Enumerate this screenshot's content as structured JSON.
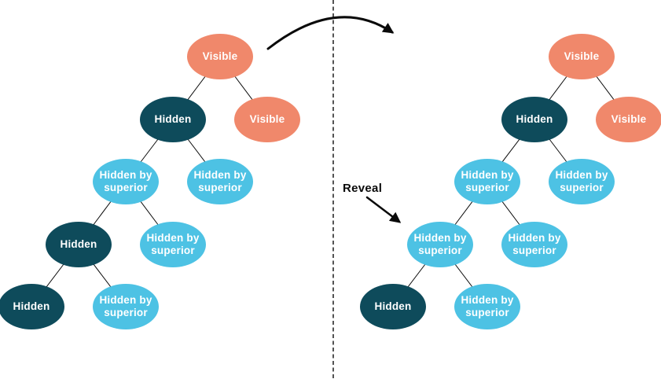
{
  "colors": {
    "visible": "#F0886B",
    "hidden": "#0E4B5B",
    "hidden_by_superior": "#4DC2E4",
    "node_text": "#FFFFFF",
    "line": "#0A0A0A"
  },
  "labels": {
    "reveal": "Reveal"
  },
  "trees": {
    "before": {
      "nodes": [
        {
          "label": "Visible",
          "type": "visible"
        },
        {
          "label": "Hidden",
          "type": "hidden"
        },
        {
          "label": "Visible",
          "type": "visible"
        },
        {
          "label": "Hidden by superior",
          "type": "hidden_by_superior"
        },
        {
          "label": "Hidden by superior",
          "type": "hidden_by_superior"
        },
        {
          "label": "Hidden",
          "type": "hidden"
        },
        {
          "label": "Hidden by superior",
          "type": "hidden_by_superior"
        },
        {
          "label": "Hidden",
          "type": "hidden"
        },
        {
          "label": "Hidden by superior",
          "type": "hidden_by_superior"
        }
      ],
      "edges": [
        [
          0,
          1
        ],
        [
          0,
          2
        ],
        [
          1,
          3
        ],
        [
          1,
          4
        ],
        [
          3,
          5
        ],
        [
          3,
          6
        ],
        [
          5,
          7
        ],
        [
          5,
          8
        ]
      ]
    },
    "after": {
      "nodes": [
        {
          "label": "Visible",
          "type": "visible"
        },
        {
          "label": "Hidden",
          "type": "hidden"
        },
        {
          "label": "Visible",
          "type": "visible"
        },
        {
          "label": "Hidden by superior",
          "type": "hidden_by_superior"
        },
        {
          "label": "Hidden by superior",
          "type": "hidden_by_superior"
        },
        {
          "label": "Hidden by superior",
          "type": "hidden_by_superior"
        },
        {
          "label": "Hidden by superior",
          "type": "hidden_by_superior"
        },
        {
          "label": "Hidden",
          "type": "hidden"
        },
        {
          "label": "Hidden by superior",
          "type": "hidden_by_superior"
        }
      ],
      "edges": [
        [
          0,
          1
        ],
        [
          0,
          2
        ],
        [
          1,
          3
        ],
        [
          1,
          4
        ],
        [
          3,
          5
        ],
        [
          3,
          6
        ],
        [
          5,
          7
        ],
        [
          5,
          8
        ]
      ]
    }
  }
}
